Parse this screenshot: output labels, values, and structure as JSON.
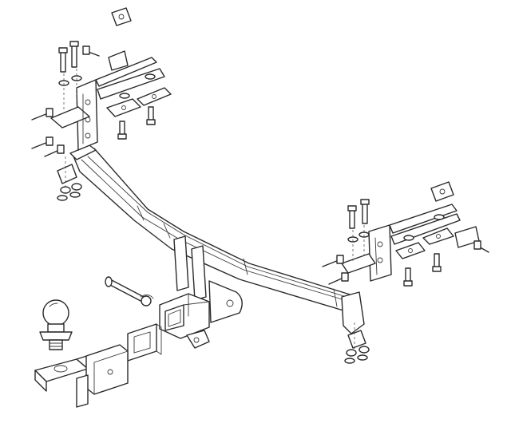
{
  "diagram": {
    "colors": {
      "line": "#2a2a2a",
      "background": "#ffffff"
    },
    "parts": [
      "cross-beam",
      "left-mounting-bracket",
      "right-mounting-bracket",
      "receiver-hitch",
      "tow-ball",
      "ball-mount",
      "hitch-pin",
      "cover-cap",
      "spacer-plates",
      "bolts",
      "nuts-washers"
    ]
  }
}
